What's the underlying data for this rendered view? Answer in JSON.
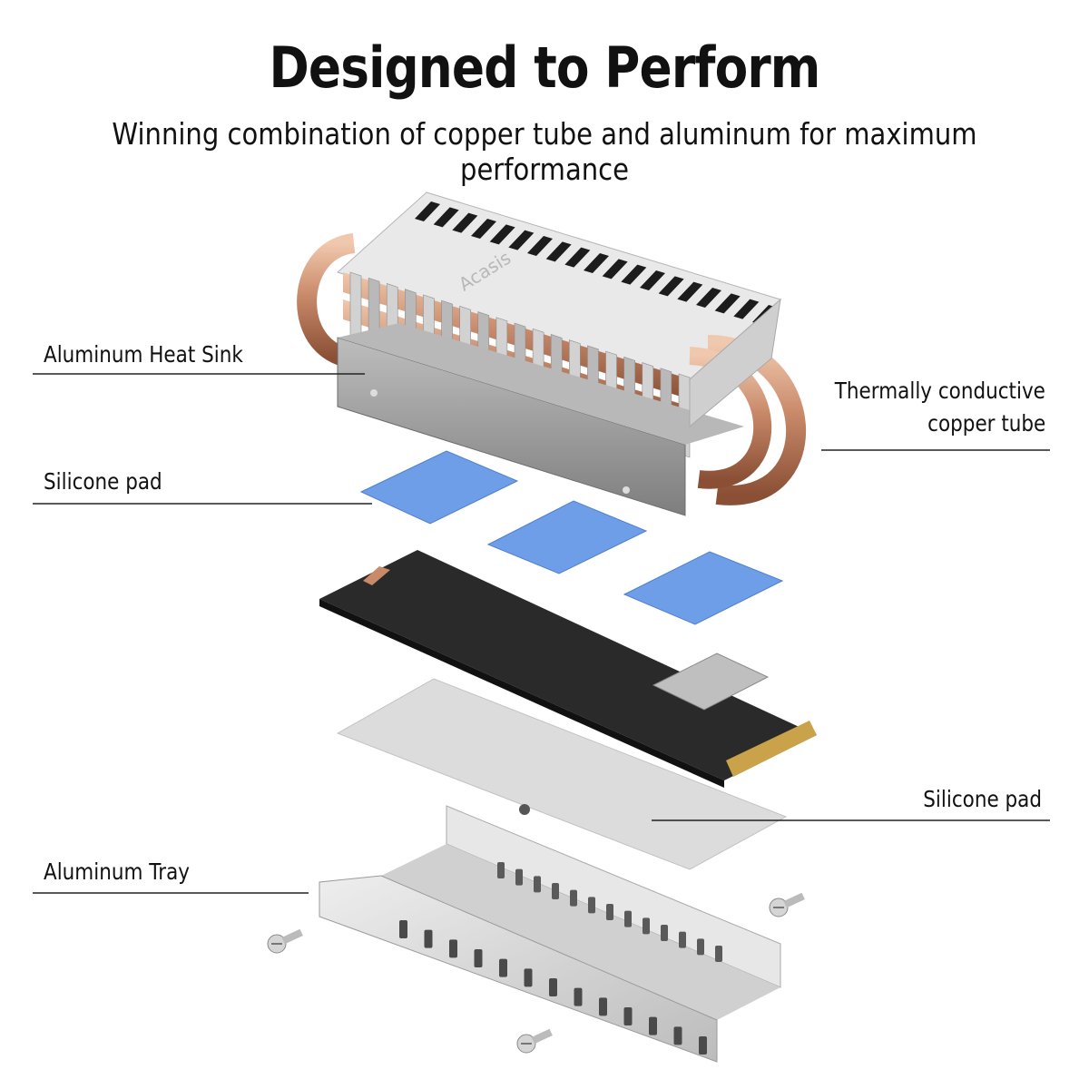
{
  "header": {
    "title": "Designed to Perform",
    "subtitle": "Winning combination of copper tube and aluminum for maximum performance"
  },
  "callouts": {
    "heat_sink": "Aluminum Heat Sink",
    "copper_tube_line1": "Thermally conductive",
    "copper_tube_line2": "copper tube",
    "silicone_pad_top": "Silicone pad",
    "silicone_pad_bottom": "Silicone pad",
    "tray": "Aluminum Tray"
  },
  "heatsink_engraving": "Acasis",
  "colors": {
    "copper": "#c98a6a",
    "aluminum": "#9a9a9a",
    "pad_blue": "#6f9ee8",
    "ssd_black": "#2a2a2a",
    "pad_gray": "#dcdcdc"
  }
}
